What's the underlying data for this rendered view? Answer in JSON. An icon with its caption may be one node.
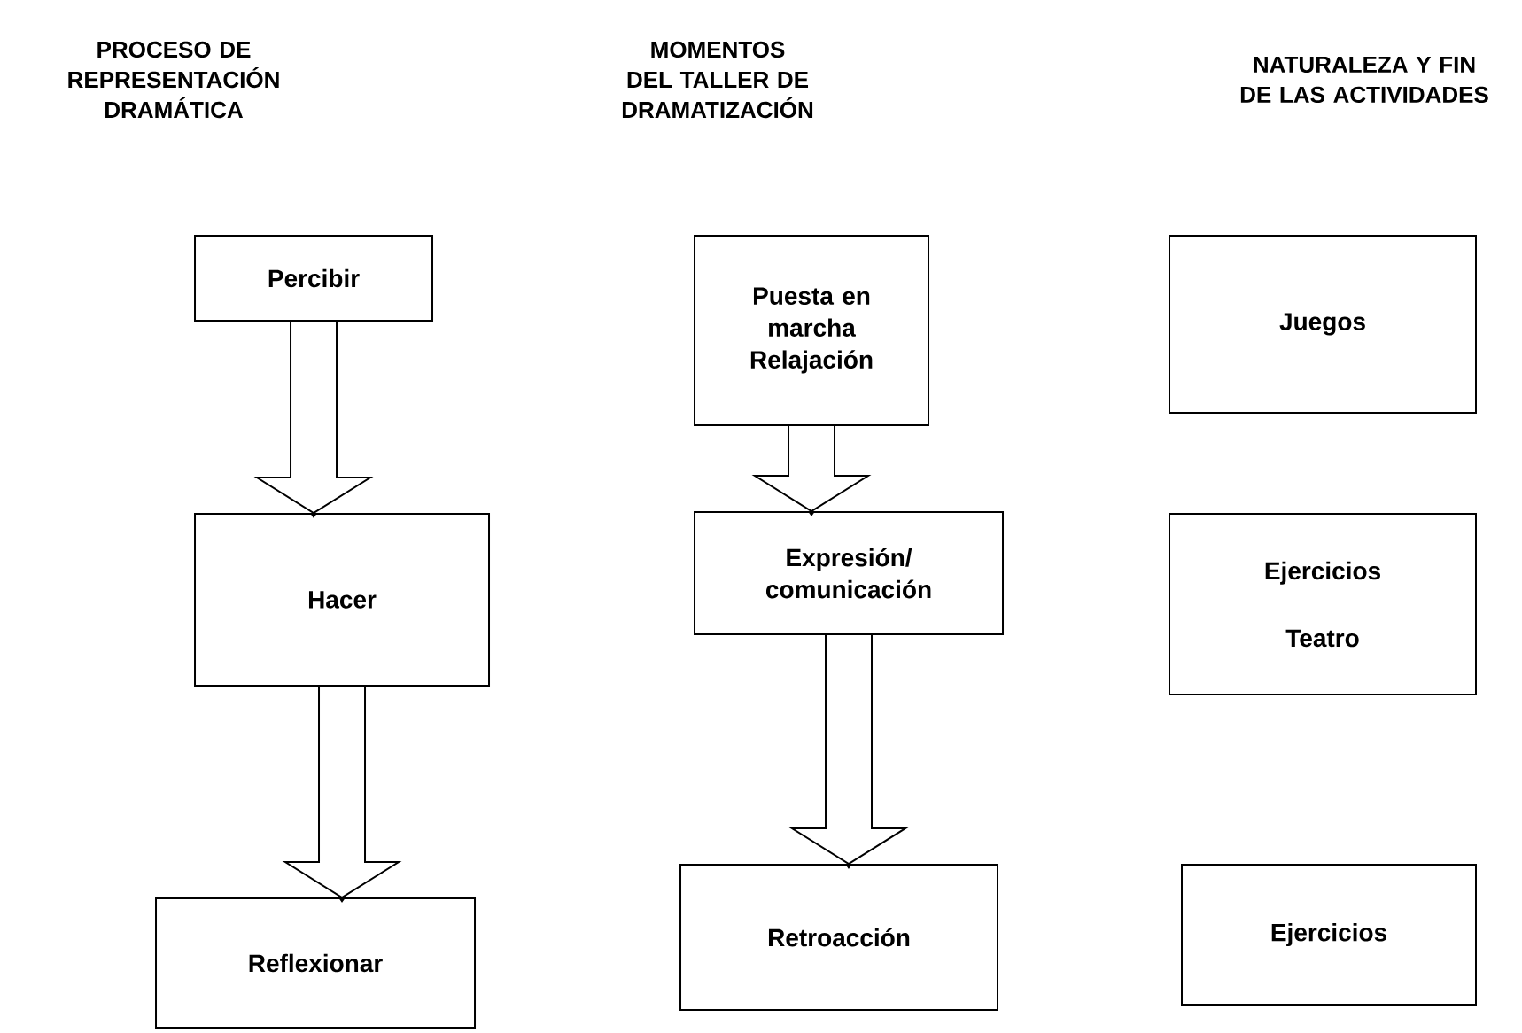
{
  "diagram": {
    "nodes": [
      {
        "text": [
          "Percibir"
        ]
      },
      {
        "text": [
          "Hacer"
        ]
      },
      {
        "text": [
          "Reflexionar"
        ]
      },
      {
        "text": [
          "Puesta en marcha Relajación"
        ]
      },
      {
        "text": [
          "Expresión/ comunicación"
        ]
      },
      {
        "text": [
          "Retroacción"
        ]
      },
      {
        "text": [
          "Juegos"
        ]
      },
      {
        "text": [
          "Ejercicios",
          "Teatro"
        ]
      },
      {
        "text": [
          "Ejercicios"
        ]
      }
    ],
    "edges": [
      {
        "from": 0,
        "to": 1,
        "arrow": "to"
      },
      {
        "from": 1,
        "to": 2,
        "arrow": "to"
      },
      {
        "from": 3,
        "to": 4,
        "arrow": "to"
      },
      {
        "from": 4,
        "to": 5,
        "arrow": "to"
      }
    ],
    "labels": [
      "PROCESO DE REPRESENTACIÓN DRAMÁTICA",
      "MOMENTOS DEL TALLER DE DRAMATIZACIÓN",
      "NATURALEZA Y FIN DE LAS ACTIVIDADES"
    ]
  }
}
